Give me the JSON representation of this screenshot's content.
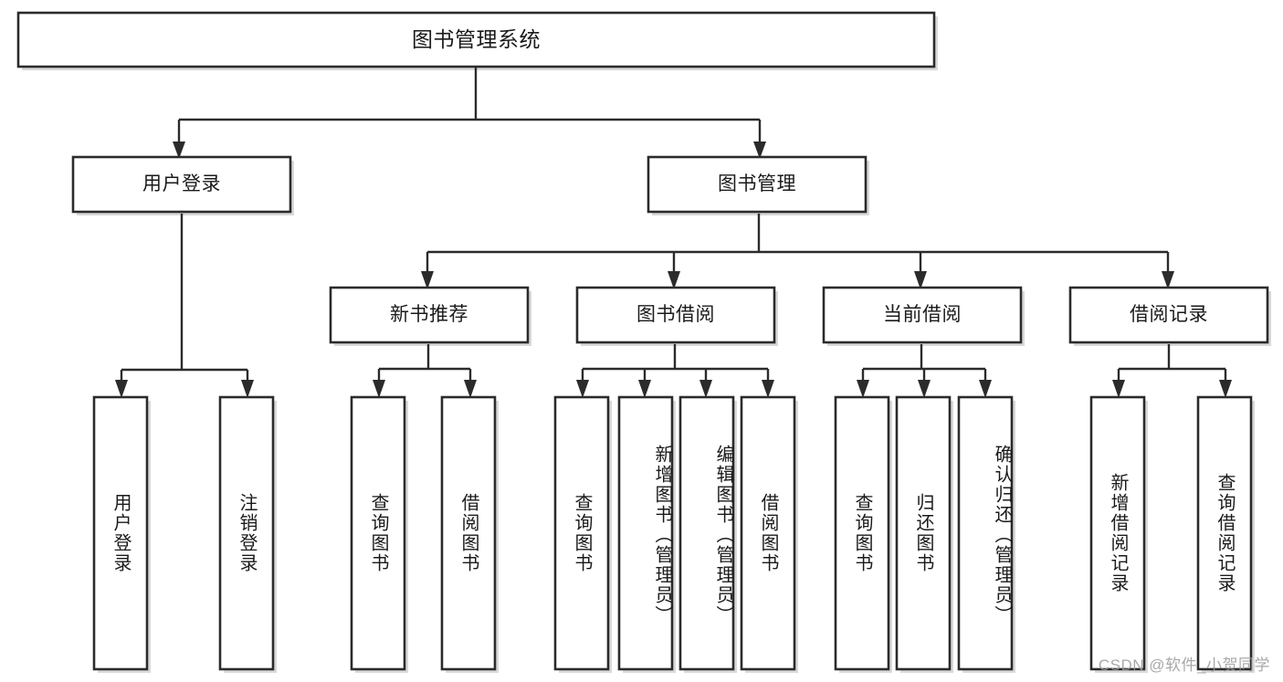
{
  "diagram": {
    "type": "tree-hierarchy",
    "title": "图书管理系统",
    "orientation": "top-down",
    "colors": {
      "stroke": "#2b2b2b",
      "fill": "#ffffff",
      "text": "#1a1a1a",
      "watermark": "#9a9a9a",
      "background": "#ffffff"
    },
    "levels": [
      {
        "level": 1,
        "nodes": [
          {
            "id": "root",
            "label": "图书管理系统",
            "orientation": "horizontal"
          }
        ]
      },
      {
        "level": 2,
        "nodes": [
          {
            "id": "user-login",
            "label": "用户登录",
            "orientation": "horizontal",
            "parent": "root"
          },
          {
            "id": "book-manage",
            "label": "图书管理",
            "orientation": "horizontal",
            "parent": "root"
          }
        ]
      },
      {
        "level": 3,
        "nodes": [
          {
            "id": "new-book-rec",
            "label": "新书推荐",
            "orientation": "horizontal",
            "parent": "book-manage"
          },
          {
            "id": "book-borrow",
            "label": "图书借阅",
            "orientation": "horizontal",
            "parent": "book-manage"
          },
          {
            "id": "current-borrow",
            "label": "当前借阅",
            "orientation": "horizontal",
            "parent": "book-manage"
          },
          {
            "id": "borrow-record",
            "label": "借阅记录",
            "orientation": "horizontal",
            "parent": "book-manage"
          }
        ]
      },
      {
        "level": 4,
        "nodes": [
          {
            "id": "leaf-user-login",
            "label": "用户登录",
            "orientation": "vertical",
            "parent": "user-login"
          },
          {
            "id": "leaf-logout",
            "label": "注销登录",
            "orientation": "vertical",
            "parent": "user-login"
          },
          {
            "id": "leaf-query-book-1",
            "label": "查询图书",
            "orientation": "vertical",
            "parent": "new-book-rec"
          },
          {
            "id": "leaf-borrow-book-1",
            "label": "借阅图书",
            "orientation": "vertical",
            "parent": "new-book-rec"
          },
          {
            "id": "leaf-query-book-2",
            "label": "查询图书",
            "orientation": "vertical",
            "parent": "book-borrow"
          },
          {
            "id": "leaf-add-book",
            "label": "新增图书（管理员）",
            "orientation": "vertical",
            "parent": "book-borrow"
          },
          {
            "id": "leaf-edit-book",
            "label": "编辑图书（管理员）",
            "orientation": "vertical",
            "parent": "book-borrow"
          },
          {
            "id": "leaf-borrow-book-2",
            "label": "借阅图书",
            "orientation": "vertical",
            "parent": "book-borrow"
          },
          {
            "id": "leaf-query-book-3",
            "label": "查询图书",
            "orientation": "vertical",
            "parent": "current-borrow"
          },
          {
            "id": "leaf-return-book",
            "label": "归还图书",
            "orientation": "vertical",
            "parent": "current-borrow"
          },
          {
            "id": "leaf-confirm-return",
            "label": "确认归还（管理员）",
            "orientation": "vertical",
            "parent": "current-borrow"
          },
          {
            "id": "leaf-add-record",
            "label": "新增借阅记录",
            "orientation": "vertical",
            "parent": "borrow-record"
          },
          {
            "id": "leaf-query-record",
            "label": "查询借阅记录",
            "orientation": "vertical",
            "parent": "borrow-record"
          }
        ]
      }
    ]
  },
  "watermark": {
    "text": "CSDN @软件_小贺同学"
  }
}
